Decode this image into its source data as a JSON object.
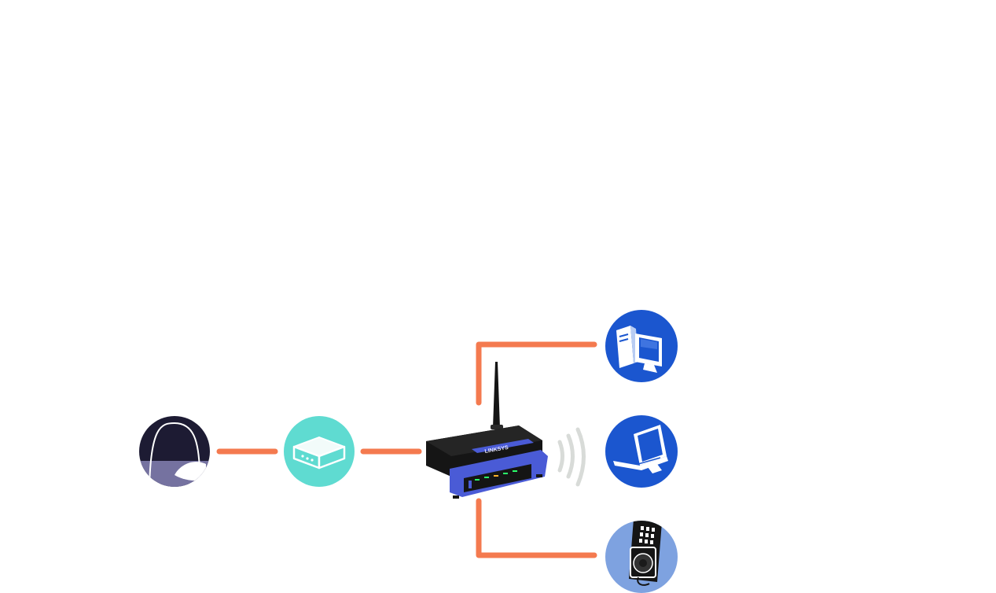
{
  "diagram": {
    "type": "home-network-topology",
    "nodes": [
      {
        "id": "internet",
        "icon": "internet-globe-icon"
      },
      {
        "id": "modem",
        "icon": "broadband-modem-icon"
      },
      {
        "id": "router",
        "icon": "wireless-router-icon",
        "brand": "LINKSYS"
      },
      {
        "id": "desktop",
        "icon": "desktop-computer-icon"
      },
      {
        "id": "laptop",
        "icon": "laptop-computer-icon"
      },
      {
        "id": "phone",
        "icon": "phone-adapter-icon"
      }
    ],
    "connections": [
      {
        "from": "internet",
        "to": "modem",
        "kind": "wired"
      },
      {
        "from": "modem",
        "to": "router",
        "kind": "wired"
      },
      {
        "from": "router",
        "to": "desktop",
        "kind": "wired"
      },
      {
        "from": "router",
        "to": "laptop",
        "kind": "wireless"
      },
      {
        "from": "router",
        "to": "phone",
        "kind": "wired"
      }
    ],
    "colors": {
      "cable": "#f47a4f",
      "internet_sky": "#1d1b33",
      "internet_earth": "#7572a0",
      "modem_circle": "#5fdbd1",
      "device_blue": "#1b56cf",
      "phone_circle": "#7ea2e0",
      "router_blue": "#4a5bd6",
      "router_black": "#151515",
      "wifi_waves": "#d8dbd8"
    }
  }
}
